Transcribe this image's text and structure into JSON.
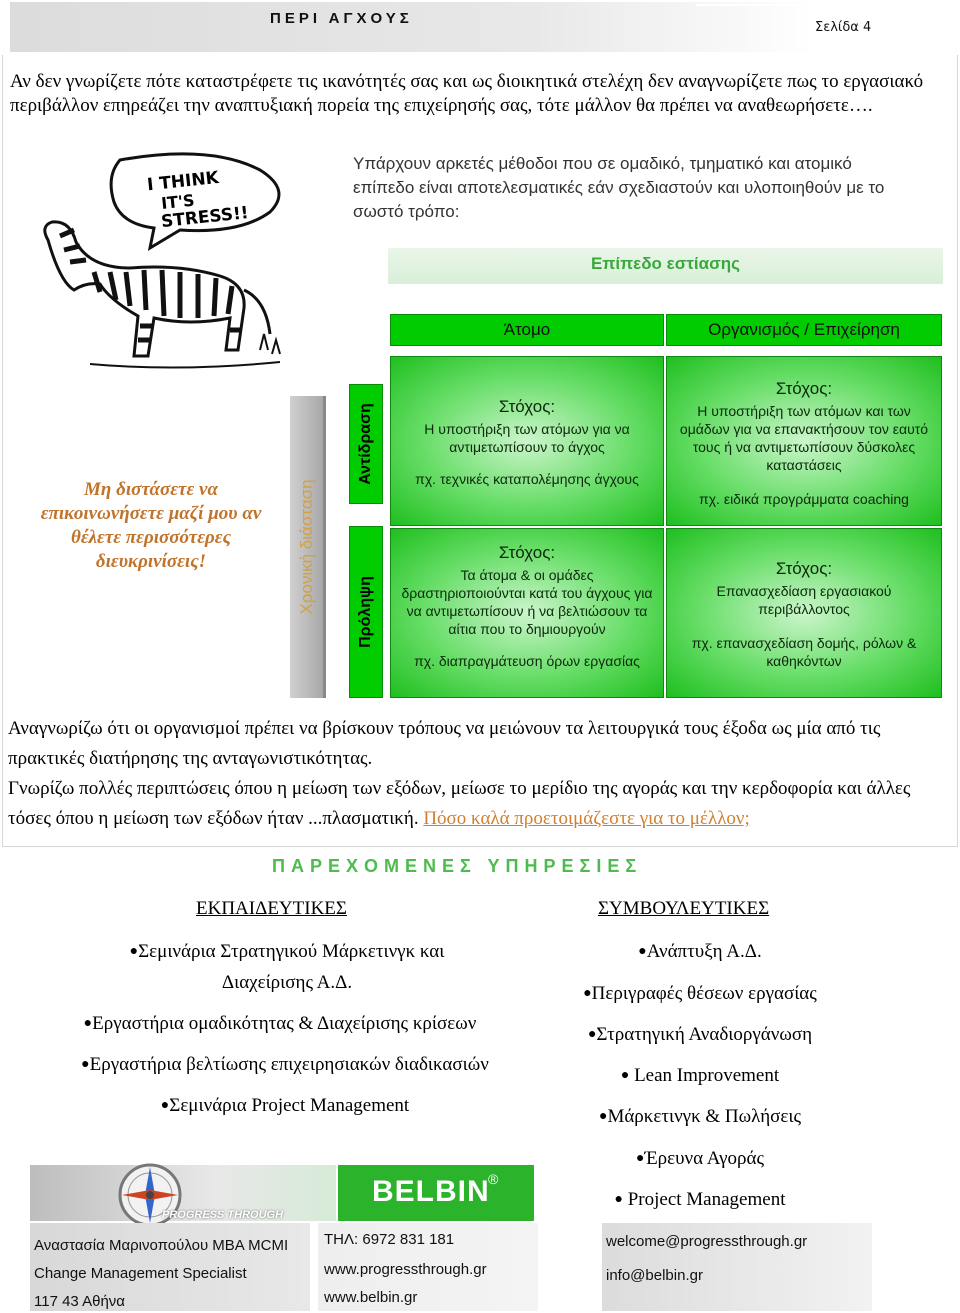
{
  "header": {
    "title": "ΠΕΡΙ ΑΓΧΟΥΣ",
    "page": "Σελίδα 4"
  },
  "intro": "Αν δεν γνωρίζετε πότε καταστρέφετε τις ικανότητές σας και ως διοικητικά στελέχη δεν αναγνωρίζετε πως το εργασιακό περιβάλλον επηρεάζει την αναπτυξιακή πορεία της επιχείρησής σας, τότε μάλλον θα πρέπει να αναθεωρήσετε….",
  "cartoon": {
    "speech": "I THINK IT'S STRESS!!"
  },
  "methods": "Υπάρχουν αρκετές μέθοδοι που σε ομαδικό, τμηματικό και ατομικό επίπεδο είναι αποτελεσματικές εάν σχεδιαστούν και υλοποιηθούν με το σωστό τρόπο:",
  "matrix": {
    "focus_label": "Επίπεδο εστίασης",
    "col1": "Άτομο",
    "col2": "Οργανισμός / Επιχείρηση",
    "time_dim": "Χρονική διάσταση",
    "row1": "Αντίδραση",
    "row2": "Πρόληψη",
    "cells": {
      "r1c1": {
        "goal": "Στόχος:",
        "desc": "Η υποστήριξη των ατόμων για να αντιμετωπίσουν το άγχος",
        "ex": "πχ. τεχνικές καταπολέμησης άγχους"
      },
      "r1c2": {
        "goal": "Στόχος:",
        "desc": "Η υποστήριξη των ατόμων και των ομάδων για να επανακτήσουν τον εαυτό τους ή να αντιμετωπίσουν δύσκολες καταστάσεις",
        "ex": "πχ. ειδικά προγράμματα coaching"
      },
      "r2c1": {
        "goal": "Στόχος:",
        "desc": "Τα άτομα & οι ομάδες δραστηριοποιούνται κατά του άγχους για να αντιμετωπίσουν ή να βελτιώσουν τα αίτια που το δημιουργούν",
        "ex": "πχ. διαπραγμάτευση όρων εργασίας"
      },
      "r2c2": {
        "goal": "Στόχος:",
        "desc": "Επανασχεδίαση εργασιακού περιβάλλοντος",
        "ex": "πχ. επανασχεδίαση δομής, ρόλων & καθηκόντων"
      }
    }
  },
  "invite": "Μη διστάσετε να επικοινωνήσετε μαζί μου αν θέλετε περισσότερες διευκρινίσεις!",
  "summary": {
    "p1": "Αναγνωρίζω ότι οι οργανισμοί πρέπει να βρίσκουν τρόπους να μειώνουν τα λειτουργικά τους έξοδα ως μία από τις πρακτικές διατήρησης της ανταγωνιστικότητας.",
    "p2": "Γνωρίζω πολλές περιπτώσεις όπου η μείωση των εξόδων, μείωσε το μερίδιο της αγοράς και την κερδοφορία και άλλες τόσες όπου η μείωση των εξόδων ήταν ...πλασματική. ",
    "link": "Πόσο καλά προετοιμάζεστε για το μέλλον;"
  },
  "services": {
    "title": "ΠΑΡΕΧΟΜΕΝΕΣ ΥΠΗΡΕΣΙΕΣ",
    "training_title": "ΕΚΠΑΙΔΕΥΤΙΚΕΣ",
    "consulting_title": "ΣΥΜΒΟΥΛΕΥΤΙΚΕΣ",
    "training": [
      "Σεμινάρια Στρατηγικού Μάρκετινγκ και",
      "Διαχείρισης Α.Δ.",
      "Εργαστήρια ομαδικότητας & Διαχείρισης κρίσεων",
      "Εργαστήρια βελτίωσης  επιχειρησιακών διαδικασιών",
      "Σεμινάρια Project Management"
    ],
    "consulting": [
      "Ανάπτυξη Α.Δ.",
      "Περιγραφές θέσεων εργασίας",
      "Στρατηγική Αναδιοργάνωση",
      "Lean Improvement",
      "Μάρκετινγκ & Πωλήσεις",
      "Έρευνα Αγοράς",
      "Project Management"
    ]
  },
  "footer": {
    "logo_text": "PROGRESS THROUGH",
    "belbin": "BELBIN",
    "belbin_mark": "®",
    "name": "Αναστασία Μαρινοπούλου MBA MCMI",
    "role": "Change Management Specialist",
    "address": "117 43 Αθήνα",
    "phone": "ΤΗΛ: 6972 831 181",
    "web1": "www.progressthrough.gr",
    "web2": "www.belbin.gr",
    "email1": "welcome@progressthrough.gr",
    "email2": "info@belbin.gr"
  }
}
